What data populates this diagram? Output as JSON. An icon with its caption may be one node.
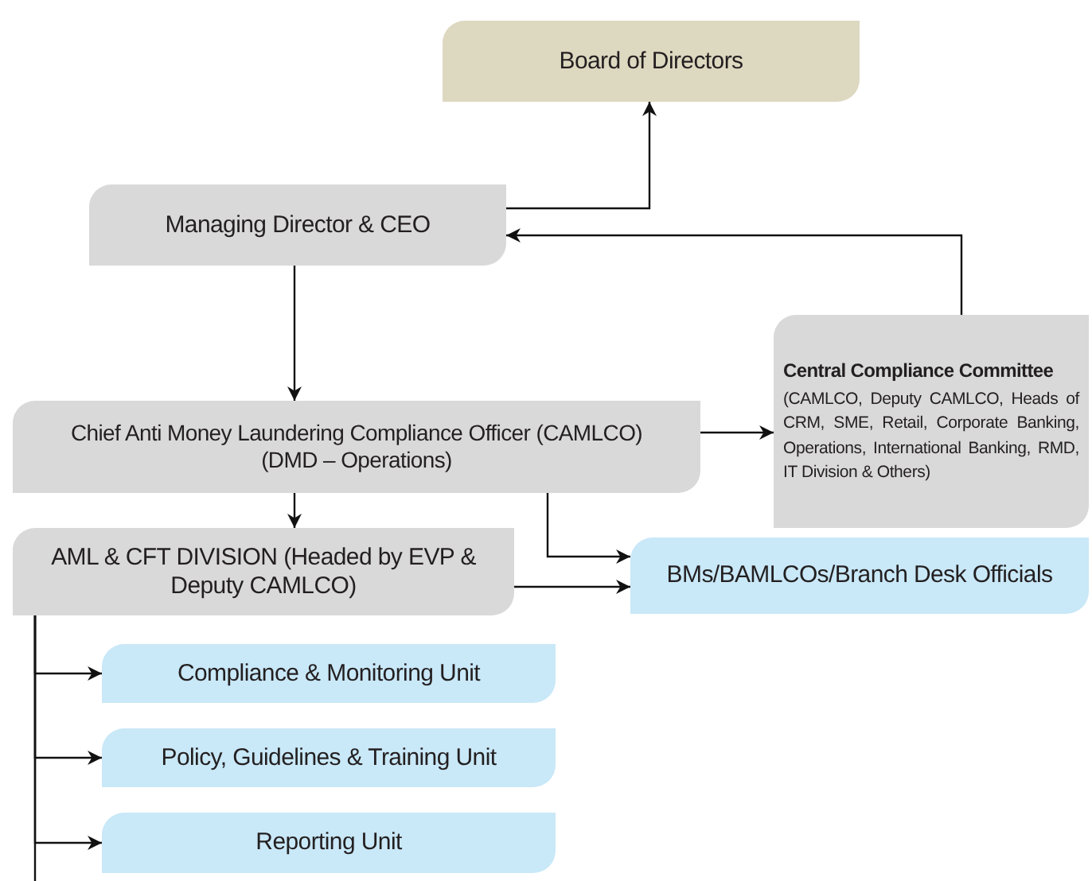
{
  "diagram": {
    "nodes": [
      {
        "text": [
          "Board of Directors"
        ]
      },
      {
        "text": [
          "Managing Director & CEO"
        ]
      },
      {
        "text": [
          "Chief Anti Money Laundering Compliance Officer (CAMLCO) (DMD – Operations)"
        ]
      },
      {
        "text": [
          "Central Compliance Committee",
          "(CAMLCO, Deputy CAMLCO, Heads of CRM, SME, Retail, Corporate Banking, Operations, International Banking, RMD, IT Division & Others)"
        ]
      },
      {
        "text": [
          "AML & CFT DIVISION (Headed by EVP & Deputy CAMLCO)"
        ]
      },
      {
        "text": [
          "BMs/BAMLCOs/Branch Desk Officials"
        ]
      },
      {
        "text": [
          "Compliance & Monitoring Unit"
        ]
      },
      {
        "text": [
          "Policy, Guidelines & Training Unit"
        ]
      },
      {
        "text": [
          "Reporting Unit"
        ]
      }
    ],
    "edges": [
      {
        "from": 1,
        "to": 0,
        "arrow": "to"
      },
      {
        "from": 3,
        "to": 1,
        "arrow": "to"
      },
      {
        "from": 1,
        "to": 2,
        "arrow": "to"
      },
      {
        "from": 2,
        "to": 3,
        "arrow": "to"
      },
      {
        "from": 2,
        "to": 4,
        "arrow": "to"
      },
      {
        "from": 2,
        "to": 5,
        "arrow": "to"
      },
      {
        "from": 4,
        "to": 5,
        "arrow": "to"
      },
      {
        "from": 4,
        "to": 6,
        "arrow": "to"
      },
      {
        "from": 4,
        "to": 7,
        "arrow": "to"
      },
      {
        "from": 4,
        "to": 8,
        "arrow": "to"
      }
    ]
  }
}
